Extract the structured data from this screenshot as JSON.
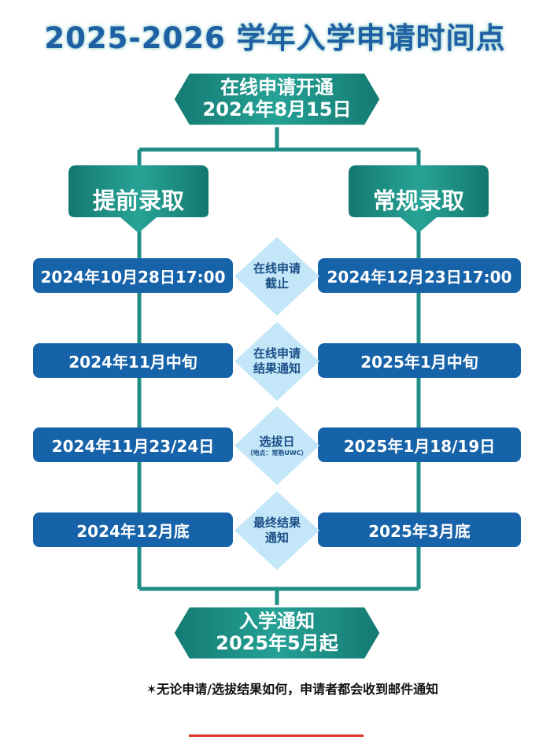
{
  "title": "2025-2026 学年入学申请时间点",
  "top_box": {
    "line1": "在线申请开通",
    "line2": "2024年8月15日"
  },
  "tracks": {
    "early": "提前录取",
    "regular": "常规录取"
  },
  "stages": [
    {
      "label_line1": "在线申请",
      "label_line2": "截止",
      "sub": "",
      "early": "2024年10月28日17:00",
      "regular": "2024年12月23日17:00"
    },
    {
      "label_line1": "在线申请",
      "label_line2": "结果通知",
      "sub": "",
      "early": "2024年11月中旬",
      "regular": "2025年1月中旬"
    },
    {
      "label_line1": "选拔日",
      "label_line2": "",
      "sub": "（地点：常熟UWC）",
      "early": "2024年11月23/24日",
      "regular": "2025年1月18/19日"
    },
    {
      "label_line1": "最终结果",
      "label_line2": "通知",
      "sub": "",
      "early": "2024年12月底",
      "regular": "2025年3月底"
    }
  ],
  "bottom_box": {
    "line1": "入学通知",
    "line2": "2025年5月起"
  },
  "note": "✶无论申请/选拔结果如何，申请者都会收到邮件通知",
  "colors": {
    "teal": "#1a8a80",
    "teal_light": "#2aa79a",
    "blue": "#1763a9",
    "diamond": "#c3e6f8",
    "title": "#1f5fa4",
    "line": "#1f8f86"
  }
}
